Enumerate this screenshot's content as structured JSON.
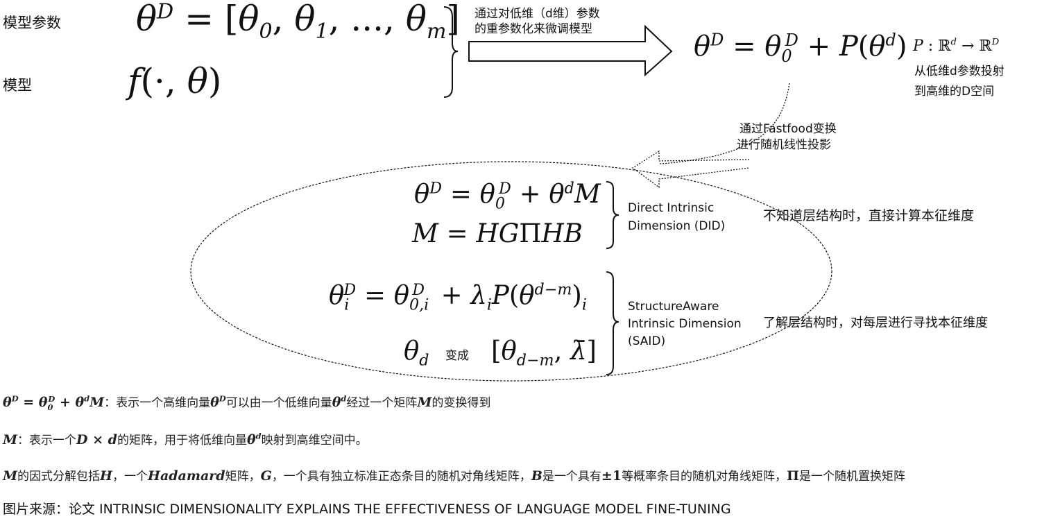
{
  "top": {
    "label_params": "模型参数",
    "label_model": "模型",
    "reparam_note_line1": "通过对低维（d维）参数",
    "reparam_note_line2": "的重参数化来微调模型",
    "projection_map": "P : ℝ",
    "projection_note_line1": "从低维d参数投射",
    "projection_note_line2": "到高维的D空间"
  },
  "middle": {
    "fastfood_line1": "通过Fastfood变换",
    "fastfood_line2": "进行随机线性投影"
  },
  "ellipse": {
    "did_line1": "Direct Intrinsic",
    "did_line2": "Dimension (DID)",
    "did_desc": "不知道层结构时，直接计算本征维度",
    "said_line1": "StructureAware",
    "said_line2": "Intrinsic Dimension",
    "said_line3": "(SAID)",
    "said_desc": "了解层结构时，对每层进行寻找本征维度",
    "becomes": "变成"
  },
  "notes": {
    "line1_text_a": "：表示一个高维向量",
    "line1_text_b": "可以由一个低维向量",
    "line1_text_c": "经过一个矩阵",
    "line1_text_d": "的变换得到",
    "line2_text_a": "：表示一个",
    "line2_text_b": "的矩阵，用于将低维向量",
    "line2_text_c": "映射到高维空间中。",
    "line3_text_a": "的因式分解包括",
    "line3_text_b": "，一个",
    "line3_text_c": "矩阵，",
    "line3_text_d": "，一个具有独立标准正态条目的随机对角线矩阵，",
    "line3_text_e": "是一个具有",
    "line3_text_f": "等概率条目的随机对角线矩阵，",
    "line3_text_g": "是一个随机置换矩阵",
    "hadamard": "Hadamard"
  },
  "source": "图片来源：论文 INTRINSIC DIMENSIONALITY EXPLAINS THE EFFECTIVENESS OF LANGUAGE MODEL FINE-TUNING"
}
